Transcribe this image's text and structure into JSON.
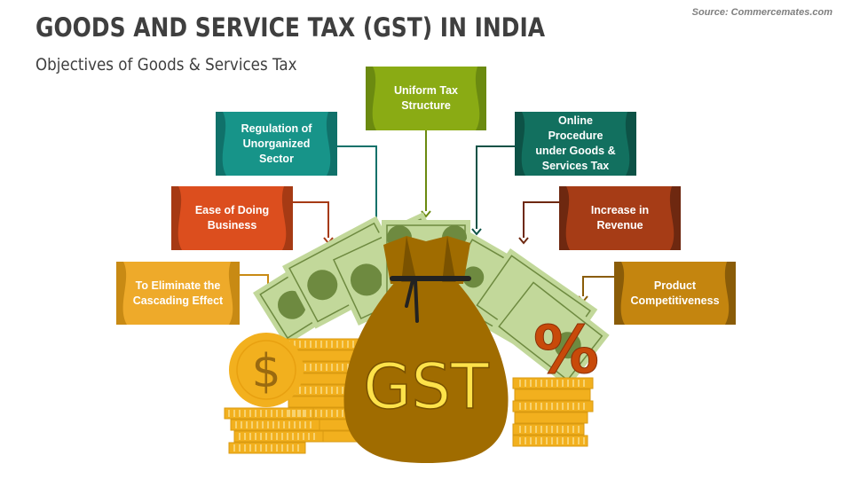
{
  "header": {
    "title": "GOODS AND SERVICE TAX (GST) IN INDIA",
    "subtitle": "Objectives of Goods & Services Tax",
    "source": "Source: Commercemates.com"
  },
  "objectives": [
    {
      "id": "uniform-tax-structure",
      "label": "Uniform Tax Structure",
      "line1": "Uniform Tax",
      "line2": "Structure",
      "line3": "",
      "color": "#8aab14",
      "shade": "#6b8a10"
    },
    {
      "id": "regulation-unorganized-sector",
      "label": "Regulation of Unorganized Sector",
      "line1": "Regulation of",
      "line2": "Unorganized",
      "line3": "Sector",
      "color": "#179489",
      "shade": "#10716a"
    },
    {
      "id": "online-procedure",
      "label": "Online Procedure under Goods & Services Tax",
      "line1": "Online Procedure",
      "line2": "under Goods &",
      "line3": "Services Tax",
      "color": "#12705f",
      "shade": "#0d5246"
    },
    {
      "id": "ease-of-doing-business",
      "label": "Ease of Doing Business",
      "line1": "Ease of Doing",
      "line2": "Business",
      "line3": "",
      "color": "#dc4e1e",
      "shade": "#a63a14"
    },
    {
      "id": "increase-in-revenue",
      "label": "Increase in Revenue",
      "line1": "Increase in",
      "line2": "Revenue",
      "line3": "",
      "color": "#a63c16",
      "shade": "#6e2810"
    },
    {
      "id": "eliminate-cascading-effect",
      "label": "To Eliminate the Cascading Effect",
      "line1": "To Eliminate the",
      "line2": "Cascading Effect",
      "line3": "",
      "color": "#eeaa2a",
      "shade": "#c88a14"
    },
    {
      "id": "product-competitiveness",
      "label": "Product Competitiveness",
      "line1": "Product",
      "line2": "Competitiveness",
      "line3": "",
      "color": "#c4850f",
      "shade": "#8a5c08"
    }
  ],
  "illustration": {
    "bag_label": "GST",
    "coin_symbol": "$",
    "percent_symbol": "%",
    "colors": {
      "bag": "#a06c00",
      "bag_dark": "#7a5200",
      "gst_text": "#fde24a",
      "coin": "#f2b01e",
      "bill": "#c2d89a",
      "bill_dark": "#6e8a40",
      "percent": "#c84a0a"
    }
  }
}
